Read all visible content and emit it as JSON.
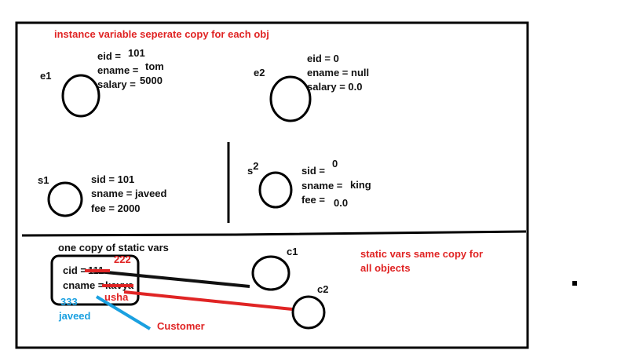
{
  "top": {
    "heading": "instance variable seperate copy for each obj",
    "e1": {
      "label": "e1",
      "eid_key": "eid =",
      "eid_val": "101",
      "ename_key": "ename =",
      "ename_val": "tom",
      "salary_key": "salary =",
      "salary_val": "5000"
    },
    "e2": {
      "label": "e2",
      "eid": "eid = 0",
      "ename": "ename = null",
      "salary": "salary = 0.0"
    },
    "s1": {
      "label": "s1",
      "sid": "sid = 101",
      "sname": "sname = javeed",
      "fee": "fee = 2000"
    },
    "s2": {
      "label_base": "s",
      "label_sup": "2",
      "sid_key": "sid =",
      "sid_val": "0",
      "sname_key": "sname =",
      "sname_val": "king",
      "fee_key": "fee =",
      "fee_val": "0.0"
    }
  },
  "bottom": {
    "heading": "one copy of static vars",
    "cid_key": "cid =",
    "cid_old": "111",
    "cid_new": "222",
    "cname_key": "cname =",
    "cname_old": "kavya",
    "cname_new": "usha",
    "javeed_num": "333",
    "javeed_text": "javeed",
    "customer": "Customer",
    "c1": "c1",
    "c2": "c2",
    "note_line1": "static vars same copy for",
    "note_line2": "all objects"
  },
  "colors": {
    "red": "#e02424",
    "blue": "#1aa0e0",
    "ink": "#111111"
  }
}
